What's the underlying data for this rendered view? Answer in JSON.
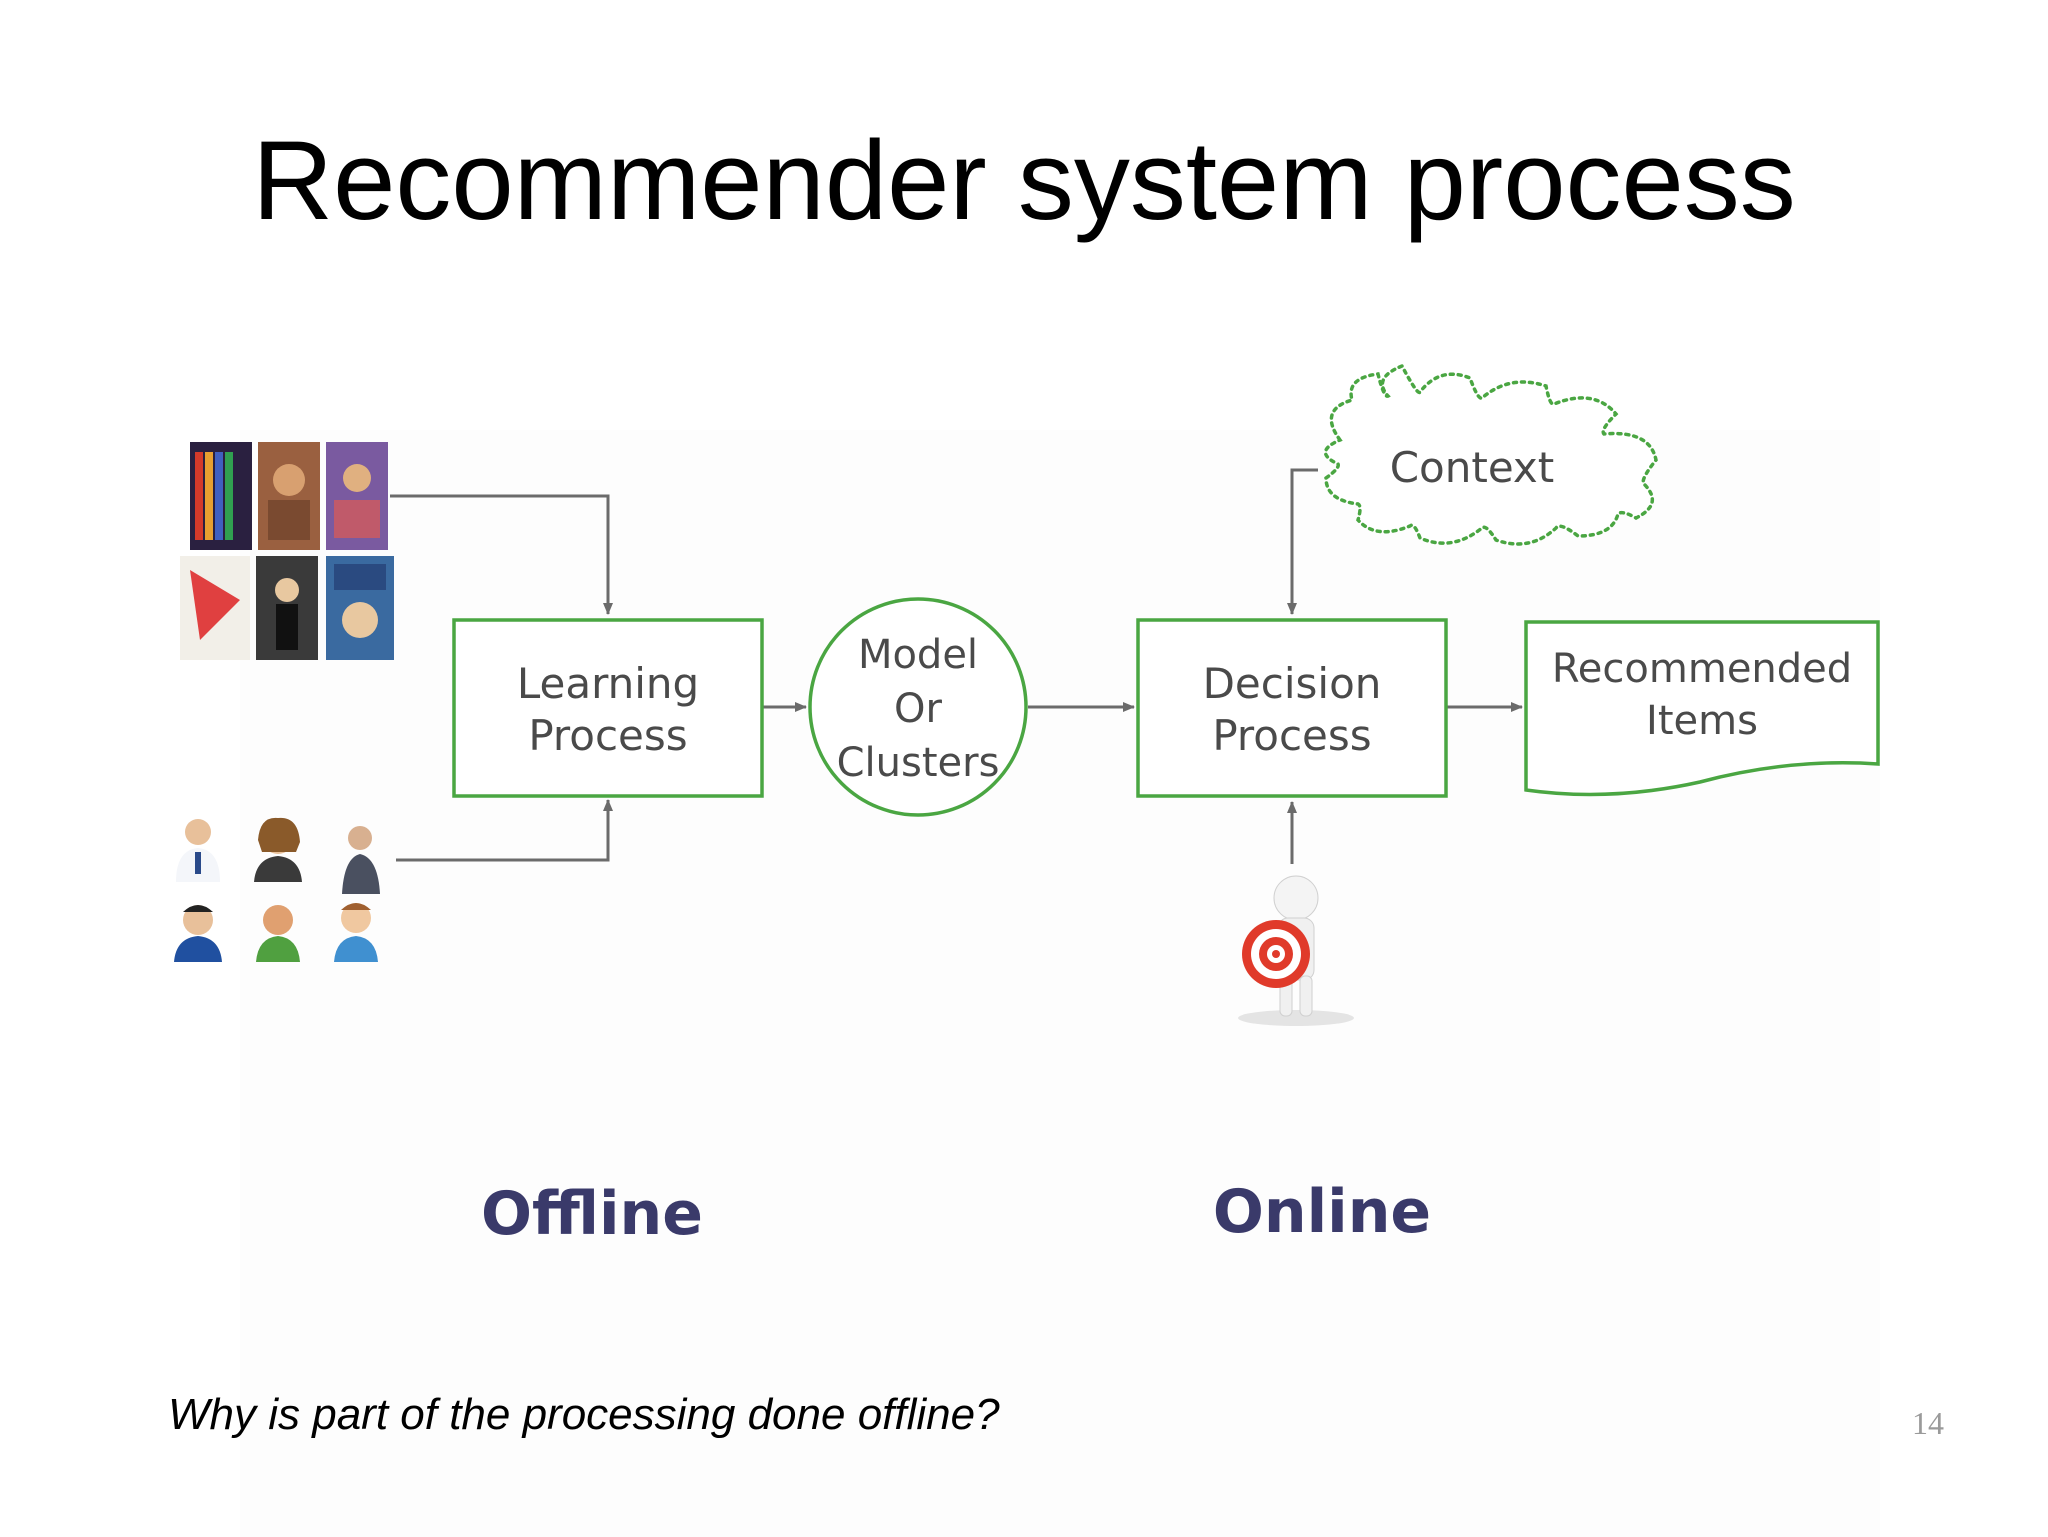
{
  "slide": {
    "title": "Recommender system process",
    "question": "Why is part of the processing done offline?",
    "page_number": "14"
  },
  "diagram": {
    "learning_process": {
      "line1": "Learning",
      "line2": "Process"
    },
    "model": {
      "line1": "Model",
      "line2": "Or",
      "line3": "Clusters"
    },
    "decision_process": {
      "line1": "Decision",
      "line2": "Process"
    },
    "recommended_items": {
      "line1": "Recommended",
      "line2": "Items"
    },
    "context": "Context",
    "phases": {
      "offline": "Offline",
      "online": "Online"
    },
    "icons": {
      "items": "movie-posters-icon",
      "users": "user-avatars-icon",
      "target_user": "user-with-target-icon"
    },
    "colors": {
      "box_border": "#4aa642",
      "arrow": "#6b6b6b",
      "phase_text": "#3a3a6a"
    }
  }
}
